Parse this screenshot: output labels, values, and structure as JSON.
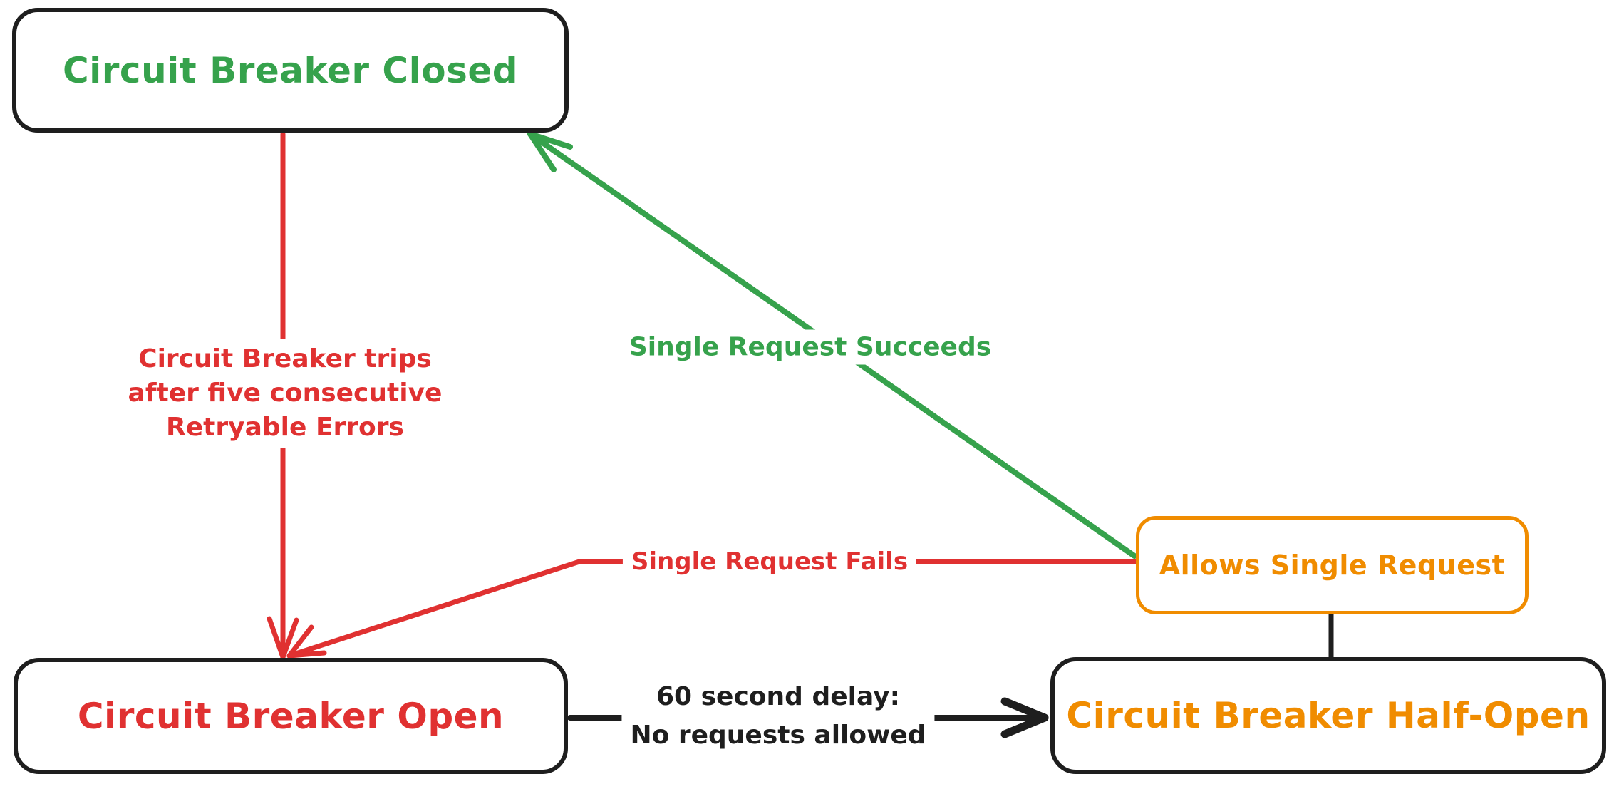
{
  "palette": {
    "green": "#36a24c",
    "red": "#e03131",
    "orange": "#f08c00",
    "ink": "#1e1e1e",
    "background": "#ffffff"
  },
  "nodes": {
    "closed": {
      "label": "Circuit Breaker Closed",
      "text_color": "#36a24c",
      "border_color": "#1e1e1e"
    },
    "open": {
      "label": "Circuit Breaker Open",
      "text_color": "#e03131",
      "border_color": "#1e1e1e"
    },
    "half_open": {
      "label": "Circuit Breaker Half-Open",
      "text_color": "#f08c00",
      "border_color": "#1e1e1e"
    },
    "allows": {
      "label": "Allows Single Request",
      "text_color": "#f08c00",
      "border_color": "#f08c00"
    }
  },
  "edges": {
    "trips": {
      "from": "closed",
      "to": "open",
      "color": "#e03131",
      "lines": [
        "Circuit Breaker trips",
        "after five consecutive",
        "Retryable Errors"
      ]
    },
    "succeeds": {
      "from": "allows",
      "to": "closed",
      "color": "#36a24c",
      "label": "Single Request Succeeds"
    },
    "fails": {
      "from": "allows",
      "to": "open",
      "color": "#e03131",
      "label": "Single Request Fails"
    },
    "delay": {
      "from": "open",
      "to": "half_open",
      "color": "#1e1e1e",
      "lines": [
        "60 second delay:",
        "No requests allowed"
      ]
    },
    "allows_connector": {
      "from": "half_open",
      "to": "allows",
      "color": "#1e1e1e",
      "label": ""
    }
  }
}
